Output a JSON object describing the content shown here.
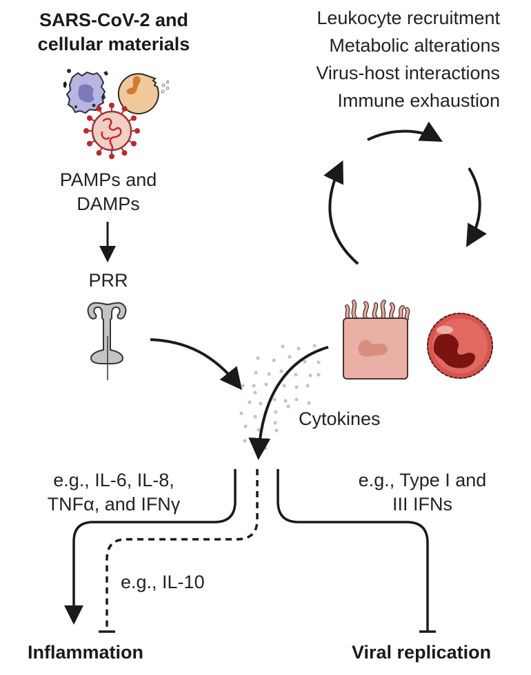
{
  "source": {
    "title_line1": "SARS-CoV-2 and",
    "title_line2": "cellular materials",
    "patterns_line1": "PAMPs and",
    "patterns_line2": "DAMPs",
    "receptor": "PRR"
  },
  "cycle": {
    "items": [
      "Leukocyte recruitment",
      "Metabolic alterations",
      "Virus-host interactions",
      "Immune exhaustion"
    ]
  },
  "center": {
    "cytokines": "Cytokines"
  },
  "branches": {
    "proinflammatory_line1": "e.g., IL-6, IL-8,",
    "proinflammatory_line2": "TNFα, and IFNγ",
    "antiinflammatory": "e.g., IL-10",
    "antiviral_line1": "e.g., Type I and",
    "antiviral_line2": "III IFNs"
  },
  "outcomes": {
    "inflammation": "Inflammation",
    "viral_replication": "Viral replication"
  },
  "colors": {
    "arrow": "#1a1a1a",
    "cytokine_dot": "#cfc3b2",
    "prr_fill": "#c4c4c4",
    "virus_red": "#c0282e",
    "epithelial_pink": "#e9b1a6",
    "neutrophil_red": "#d9534f"
  }
}
